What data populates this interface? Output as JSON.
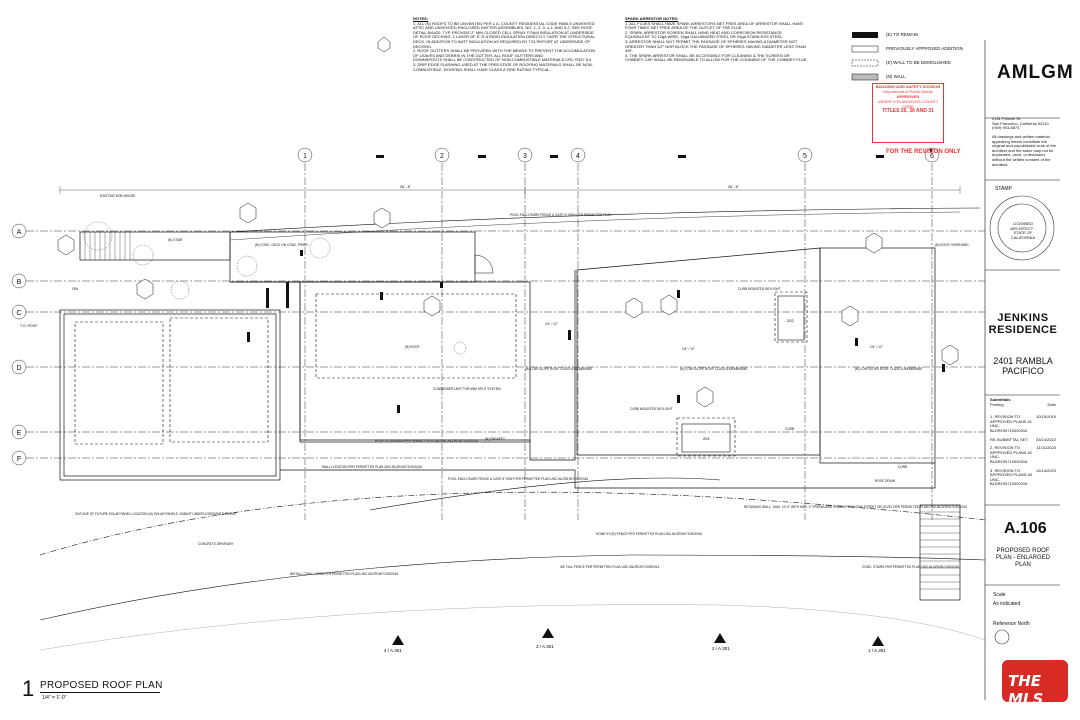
{
  "notes": {
    "title": "NOTES:",
    "lines": [
      "1. ALL (N) ROOFS TO BE UNVENTED PER L.A. COUNTY RESIDENTIAL CODE R806.5 UNVENTED",
      "ATTIC AND UNVENTED ENCLOSED RAFTER ASSEMBLIES, NO. 1, 2, 3, 4.1, AND 5.2. SEE ROOF",
      "DETAIL 8/A420. TYP. PROVIDE 2\" MIN CLOSED CELL SPRAY FOAM INSULATION AT UNDERSIDE",
      "OF ROOF DECKING. 1 LAYER OF 5\" R-5 RIGID INSULATION DIRECTLY OVER THE STRUCTURAL",
      "DECK. IN ADDITION TO BATT INSULATION AS REQUIRED BY T24 REPORT AT UNDERSIDE OF",
      "DECKING.",
      "2. ROOF GUTTERS SHALL BE PROVIDED WITH THE MEANS TO PREVENT THE ACCUMULATION",
      "OF LEAVES AND DEBRIS IN THE GUTTER. ALL ROOF GUTTERS AND",
      "DOWNSPOUTS SHALL BE CONSTRUCTED OF NON-COMBUSTIBLE MATERIALS CRC R337.5.4",
      "3. DRIP EDGE FLASHING USED AT THE FREE EDGE OF ROOFING MATERIALS SHALL BE NON-",
      "COMBUSTIBLE. ROOFING SHALL HAVE CLASS A FIRE RATING TYPICAL."
    ]
  },
  "spark_notes": {
    "title": "SPARK ARRESTOR NOTES:",
    "lines": [
      "1. ALL FLUES SHALL HAVE SPARK ARRESTORS NET FREE AREA OF ARRESTOR SHALL HAVE",
      "FOUR TIMES NET FREE AREA OF THE OUTLET OF THE FLUE.",
      "2. SPARK ARRESTOR SCREEN SHALL HAVE HEAT AND CORROSION RESISTANCE",
      "EQUIVALENT TO 12ga WIRE, 19ga GALVANIZED STEEL OR 24ga STAINLESS STEEL.",
      "3. ARRESTOR SHALL NOT PERMIT THE PASSAGE OF SPHERES HAVING A DIAMETER NOT",
      "GREATER THAN 1/2\" NOR BLOCK THE PASSAGE OF SPHERES HAVING DIAMETER LESS THAN",
      "3/8\".",
      "4. THE SPARK ARRESTOR SHALL BE ACCESSIBLE FOR CLEANING & THE SCREEN OR",
      "CHIMNEY CAP SHALL BE REMOVABLE TO ALLOW FOR THE CLEANING OF THE CHIMNEY FLUE."
    ]
  },
  "legend": [
    {
      "label": "(E) TO REMAIN"
    },
    {
      "label": "PREVIOUSLY APPROVED ADDITION"
    },
    {
      "label": "(E) WALL TO BE DEMOLISHED"
    },
    {
      "label": "(N) WALL"
    }
  ],
  "stamp_approval": {
    "title": "BUILDING AND SAFETY DIVISION",
    "dept": "Department of Public Works",
    "status": "APPROVED",
    "under": "UNDER LOS ANGELES COUNTY CODE",
    "titles": "TITLES 26, 30 AND 31",
    "for_revision": "FOR THE REVISION ONLY"
  },
  "title_block": {
    "firm": "AMLGM",
    "address": [
      "2131 Folsom St.",
      "San Francisco, California 94110",
      "(949) 903-6873"
    ],
    "copyright": "All drawings and written material appearing herein constitute the original and unpublished work of the architect and the same may not be duplicated, used, or disclosed without the written consent of the architect.",
    "stamp_label": "STAMP",
    "seal_text": "LICENSED ARCHITECT · STATE OF CALIFORNIA",
    "project": "JENKINS\nRESIDENCE",
    "project_address": "2401 RAMBLA\nPACIFICO",
    "submittals_label": "Submittals",
    "submittal_cols": [
      "Printing",
      "Date"
    ],
    "submittals": [
      {
        "name": "1. REVISION TO APPROVED PLANS #1 UNC-BLDR190710000316",
        "date": "10/15/2019"
      },
      {
        "name": "RE-SUBMITTAL SET",
        "date": "03/14/2022"
      },
      {
        "name": "2. REVISION TO APPROVED PLANS #2 UNC-BLDR190710000316",
        "date": "11/11/2023"
      },
      {
        "name": "3. REVISION TO APPROVED PLANS #3 UNC-BLDR190710000316",
        "date": "12/14/2023"
      }
    ],
    "sheet_number": "A.106",
    "sheet_title": "PROPOSED ROOF\nPLAN - ENLARGED\nPLAN",
    "scale_label": "Scale",
    "scale_value": "As indicated",
    "north_label": "Reference North"
  },
  "drawing_title": {
    "number": "1",
    "name": "PROPOSED ROOF PLAN",
    "scale": "1/4\" = 1'-0\""
  },
  "grid": {
    "columns": [
      "1",
      "2",
      "3",
      "4",
      "5",
      "6"
    ],
    "rows": [
      "A",
      "B",
      "C",
      "D",
      "E",
      "F"
    ]
  },
  "section_marks": [
    "4 / A.301",
    "3 / A.301",
    "2 / A.301",
    "1 / A.301"
  ],
  "plan_labels": {
    "roof_main": "(N) ROOF",
    "low_slope": "(N) LOW SLOPE ROOF\nCLASS A MEMBRANE",
    "curb_skylight": "CURB MOUNTED SKYLIGHT",
    "skylight_a": "202",
    "skylight_b": "201",
    "deck": "(N) CONC. DECK ON CONC. PIERS",
    "stair": "(N) STAIR",
    "parapet": "(N) PARAPET",
    "roof_overhang": "(N) ROOF OVERHANG",
    "condenser": "CONDENSER UNIT FOR MINI SPLIT SYSTEM",
    "roof_extension": "ROOF EXTENSION PER PERMITTED PLAN UNC-BLDR190710000316",
    "wall_location": "WALL LOCATION PER PERMITTED PLAN UNC-BLDR190710000316",
    "pool_enclosure": "POOL ENCLOSURE FENCE & GATE 5' HIGH PER PERMITTED PLAN",
    "pool_enclosure2": "POOL ENCLOSURE FENCE & GATE 5' HIGH PER PERMITTED PLAN UNC-BLDR190710000316",
    "future_solar": "OUTLINE OF FUTURE SOLAR PANEL LOCATION (N) SOLAR PANELS. SUBMIT UNDER A SEPARATE PERMIT",
    "concrete_driveway": "CONCRETE DRIVEWAY",
    "retaining_wall": "RETAINING WALL - MAX. 10'-0\" WITH MAX. 3\" FREEBOARD VISIBLE FROM THE STREET OR LEVEL PER PERMITTED PLAN UNC-BLDR190710000316",
    "fence": "HOME 6'0 (E) FENCE PER PERMITTED PLAN UNC-BLDR190710000316",
    "tall_fence": "4/5' TALL FENCE PER PERMITTED PLAN UNC-BLDR190710000316",
    "retaining_conc": "INSTALL CONC. CURB PER PERMITTED PLAN UNC-BLDR190710000316",
    "conc_stairs": "CONC. STAIRS PER PERMITTED PLAN UNC-BLDR190710000316",
    "roof_drain": "ROOF DRAIN",
    "curb": "CURB",
    "existing_guardrail": "EXISTING NON-HEDGE",
    "dim_top_left": "26' - 8\"",
    "dim_top_right": "26' - 6\"",
    "slope1": "1/4\" / 12\"",
    "tag_on": "ON",
    "tag_t_o_roof": "T.O. ROOF"
  },
  "watermark": "THE MLS"
}
